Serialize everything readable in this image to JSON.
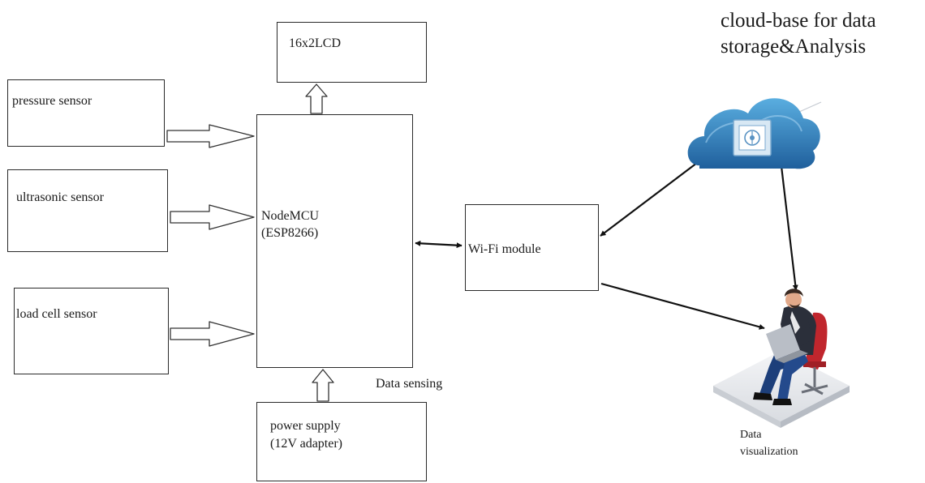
{
  "blocks": {
    "lcd": "16x2LCD",
    "pressure": "pressure sensor",
    "ultrasonic": "ultrasonic sensor",
    "loadcell": "load cell sensor",
    "mcu_line1": "NodeMCU",
    "mcu_line2": "(ESP8266)",
    "power_line1": "power supply",
    "power_line2": "(12V adapter)",
    "wifi": "Wi-Fi module"
  },
  "labels": {
    "data_sensing": "Data sensing",
    "cloud_line1": "cloud-base for data",
    "cloud_line2": "storage&Analysis",
    "viz_line1": "Data",
    "viz_line2": "visualization"
  },
  "colors": {
    "cloud_light": "#5aaee0",
    "cloud_dark": "#1f5f9c",
    "suit": "#2b2f3a",
    "pants": "#1d3f7a",
    "chair": "#c0262d",
    "laptop": "#b9bec6"
  }
}
